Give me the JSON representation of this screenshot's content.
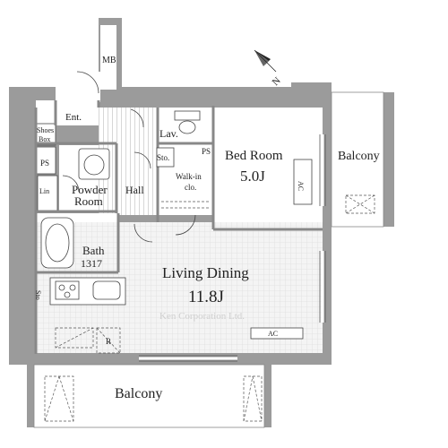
{
  "labels": {
    "mb": "MB",
    "ent": "Ent.",
    "shoes": "Shoes",
    "box": "Box",
    "lav": "Lav.",
    "ps_top": "PS",
    "ps_left": "PS",
    "lin": "Lin",
    "powder_1": "Powder",
    "powder_2": "Room",
    "sto_hall": "Sto.",
    "hall": "Hall",
    "walkin_1": "Walk-in",
    "walkin_2": "clo.",
    "bedroom_name": "Bed Room",
    "bedroom_size": "5.0J",
    "balcony_right": "Balcony",
    "bath_name": "Bath",
    "bath_size": "1317",
    "living_name": "Living Dining",
    "living_size": "11.8J",
    "sto_kitchen": "Sto",
    "ac_bed": "AC",
    "ac_living": "AC",
    "fridge": "R",
    "balcony_bottom": "Balcony",
    "compass": "N"
  },
  "watermark": "Ken Corporation Ltd."
}
